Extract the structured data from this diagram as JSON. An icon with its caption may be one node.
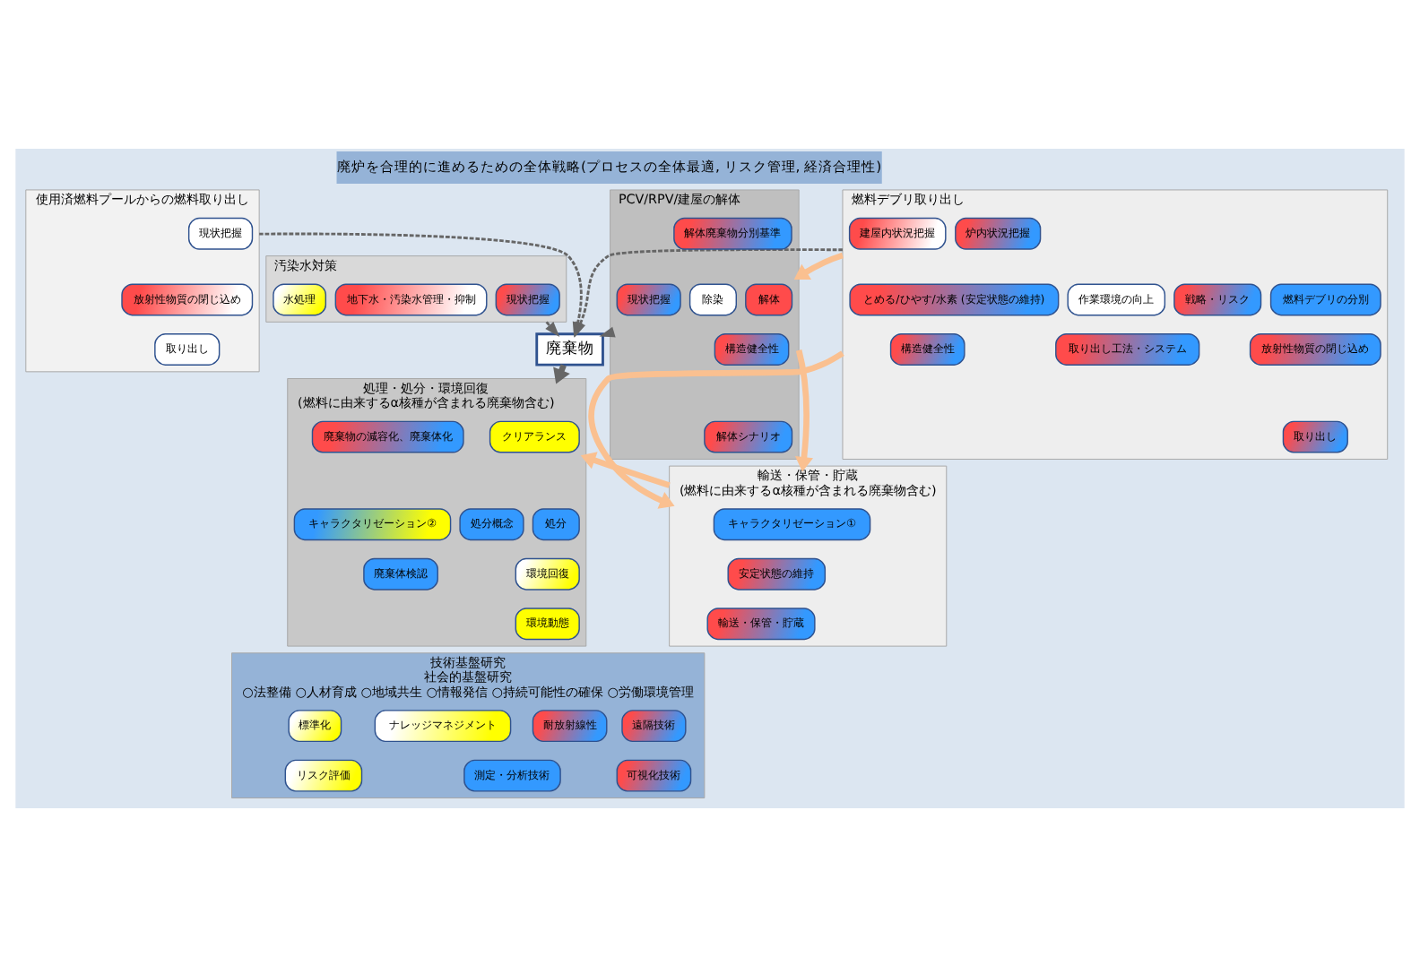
{
  "diagram": {
    "nodes": [
      {
        "text": [
          "廃炉を合理的に進めるための全体戦略(プロセスの全体最適, リスク管理, 経済合理性)"
        ]
      },
      {
        "text": [
          "使用済燃料プールからの燃料取り出し"
        ]
      },
      {
        "text": [
          "現状把握"
        ],
        "in": 1
      },
      {
        "text": [
          "放射性物質の閉じ込め"
        ],
        "in": 1
      },
      {
        "text": [
          "取り出し"
        ],
        "in": 1
      },
      {
        "text": [
          "燃料デブリ取り出し"
        ]
      },
      {
        "text": [
          "炉内状況把握"
        ],
        "in": 5
      },
      {
        "text": [
          "建屋内状況把握"
        ],
        "in": 5
      },
      {
        "text": [
          "燃料デブリの分別"
        ],
        "in": 5
      },
      {
        "text": [
          "戦略・リスク"
        ],
        "in": 5
      },
      {
        "text": [
          "作業環境の向上"
        ],
        "in": 5
      },
      {
        "text": [
          "とめる/ひやす/水素 (安定状態の維持)"
        ],
        "in": 5
      },
      {
        "text": [
          "放射性物質の閉じ込め"
        ],
        "in": 5
      },
      {
        "text": [
          "取り出し工法・システム"
        ],
        "in": 5
      },
      {
        "text": [
          "構造健全性"
        ],
        "in": 5
      },
      {
        "text": [
          "取り出し"
        ],
        "in": 5
      },
      {
        "text": [
          "汚染水対策"
        ]
      },
      {
        "text": [
          "現状把握"
        ],
        "in": 16
      },
      {
        "text": [
          "地下水・汚染水管理・抑制"
        ],
        "in": 16
      },
      {
        "text": [
          "水処理"
        ],
        "in": 16
      },
      {
        "text": [
          "廃棄物"
        ]
      },
      {
        "text": [
          "PCV/RPV/建屋の解体"
        ]
      },
      {
        "text": [
          "解体"
        ],
        "in": 21
      },
      {
        "text": [
          "解体廃棄物分別基準"
        ],
        "in": 21
      },
      {
        "text": [
          "除染"
        ],
        "in": 21
      },
      {
        "text": [
          "構造健全性"
        ],
        "in": 21
      },
      {
        "text": [
          "解体シナリオ"
        ],
        "in": 21
      },
      {
        "text": [
          "現状把握"
        ],
        "in": 21
      },
      {
        "text": [
          "処理・処分・環境回復",
          "(燃料に由来するα核種が含まれる廃棄物含む)"
        ]
      },
      {
        "text": [
          "クリアランス"
        ],
        "in": 28
      },
      {
        "text": [
          "処分"
        ],
        "in": 28
      },
      {
        "text": [
          "環境回復"
        ],
        "in": 28
      },
      {
        "text": [
          "廃棄物の減容化、廃棄体化"
        ],
        "in": 28
      },
      {
        "text": [
          "処分概念"
        ],
        "in": 28
      },
      {
        "text": [
          "廃棄体検認"
        ],
        "in": 28
      },
      {
        "text": [
          "環境動態"
        ],
        "in": 28
      },
      {
        "text": [
          "キャラクタリゼーション②"
        ],
        "in": 28
      },
      {
        "text": [
          "輸送・保管・貯蔵",
          "(燃料に由来するα核種が含まれる廃棄物含む)"
        ]
      },
      {
        "text": [
          "キャラクタリゼーション①"
        ],
        "in": 37
      },
      {
        "text": [
          "安定状態の維持"
        ],
        "in": 37
      },
      {
        "text": [
          "輸送・保管・貯蔵"
        ],
        "in": 37
      },
      {
        "text": [
          "技術基盤研究",
          "社会的基盤研究",
          "○法整備 ○人材育成 ○地域共生 ○情報発信 ○持続可能性の確保 ○労働環境管理"
        ]
      },
      {
        "text": [
          "遠隔技術"
        ],
        "in": 41
      },
      {
        "text": [
          "可視化技術"
        ],
        "in": 41
      },
      {
        "text": [
          "耐放射線性"
        ],
        "in": 41
      },
      {
        "text": [
          "測定・分析技術"
        ],
        "in": 41
      },
      {
        "text": [
          "ナレッジマネジメント"
        ],
        "in": 41
      },
      {
        "text": [
          "リスク評価"
        ],
        "in": 41
      },
      {
        "text": [
          "標準化"
        ],
        "in": 41
      }
    ],
    "edges": [
      {
        "from": 1,
        "to": 20,
        "arrow": "to",
        "style": "dashed"
      },
      {
        "from": 5,
        "to": 20,
        "arrow": "to",
        "style": "dashed"
      },
      {
        "from": 16,
        "to": 20,
        "arrow": "to",
        "style": "dashed"
      },
      {
        "from": 21,
        "to": 20,
        "arrow": "to",
        "style": "dashed"
      },
      {
        "from": 20,
        "to": 28,
        "arrow": "to"
      },
      {
        "from": 5,
        "to": 21,
        "arrow": "to",
        "color": "#fac090"
      },
      {
        "from": 5,
        "to": 37,
        "arrow": "to",
        "color": "#fac090"
      },
      {
        "from": 21,
        "to": 37,
        "arrow": "to",
        "color": "#fac090"
      },
      {
        "from": 37,
        "to": 28,
        "arrow": "to",
        "color": "#fac090"
      }
    ]
  }
}
